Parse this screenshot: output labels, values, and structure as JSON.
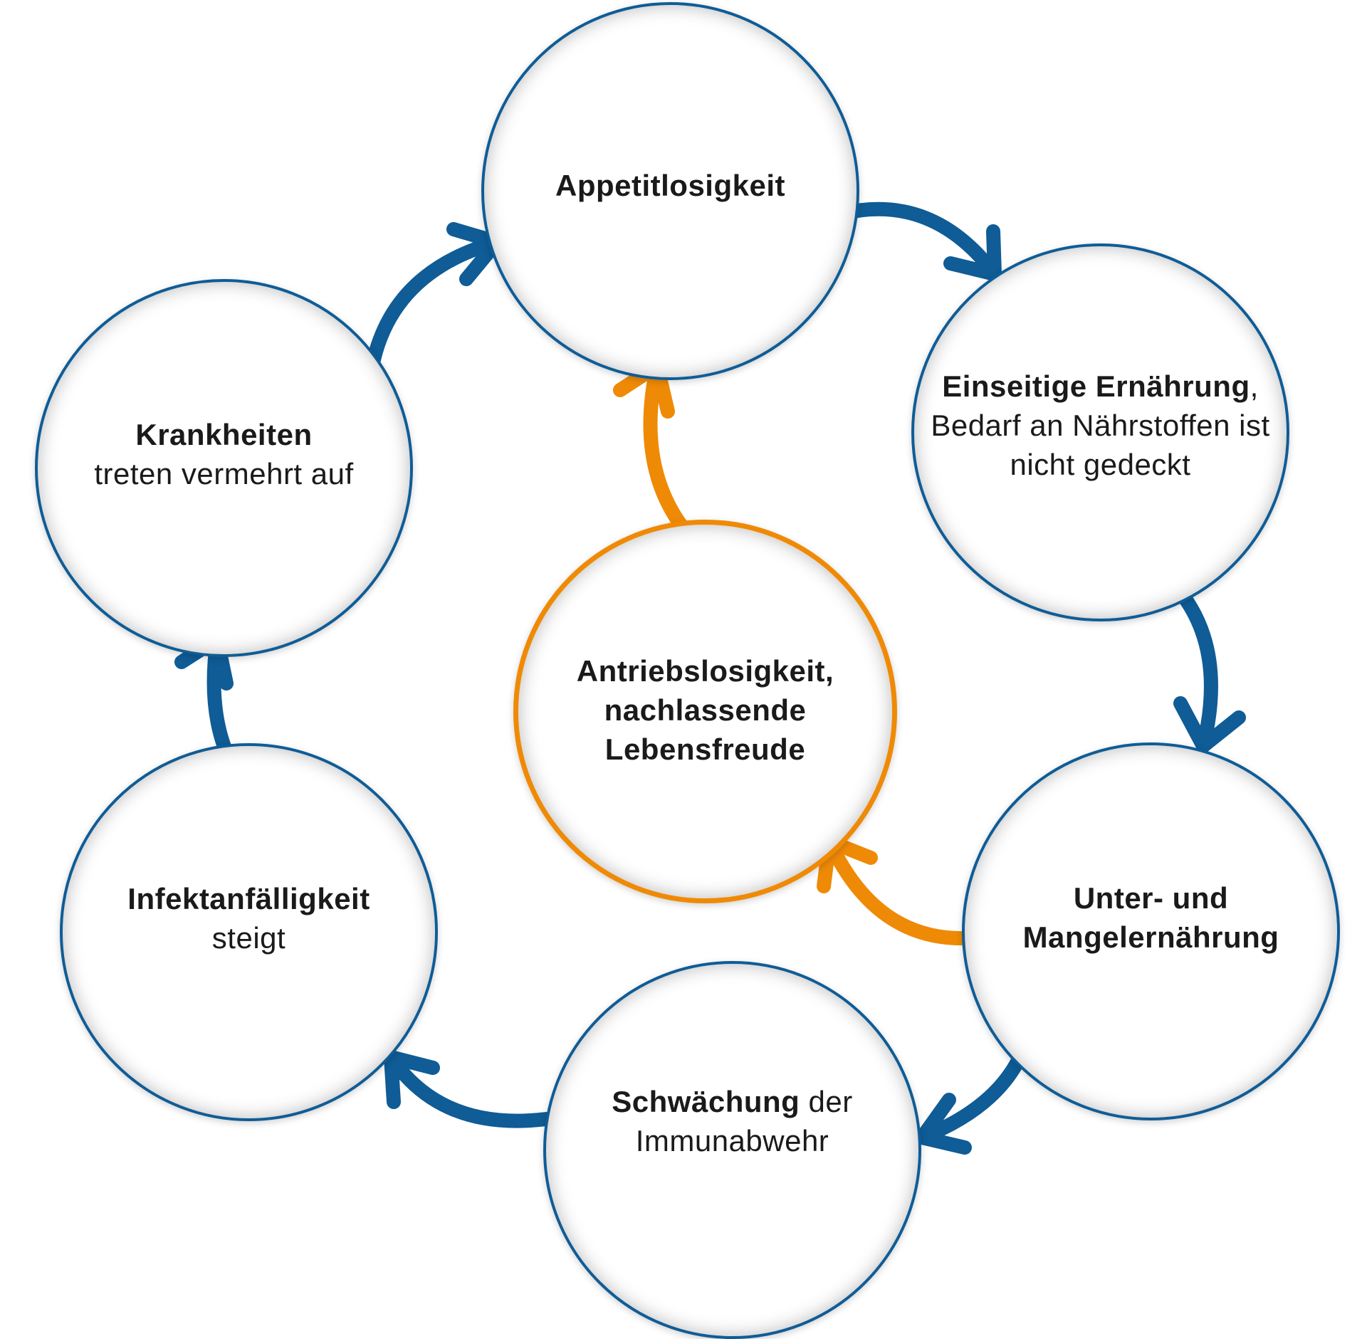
{
  "colors": {
    "blue": "#0f5c96",
    "orange": "#ef8a06"
  },
  "nodes": {
    "appetit": {
      "bold": "Appetitlosigkeit"
    },
    "einseitig": {
      "bold": "Einseitige Ernährung",
      "suffix": ",",
      "line2": "Bedarf an Nährstoffen ist",
      "line3": "nicht gedeckt"
    },
    "unter": {
      "line1": "Unter- und",
      "line2": "Mangelernährung"
    },
    "schwaech": {
      "bold": "Schwächung",
      "rest": " der",
      "line2": "Immunabwehr"
    },
    "infekt": {
      "bold": "Infektanfälligkeit",
      "line2": "steigt"
    },
    "krank": {
      "bold": "Krankheiten",
      "line2": "treten vermehrt auf"
    },
    "antrieb": {
      "line1": "Antriebslosigkeit,",
      "line2": "nachlassende",
      "line3": "Lebensfreude"
    }
  }
}
